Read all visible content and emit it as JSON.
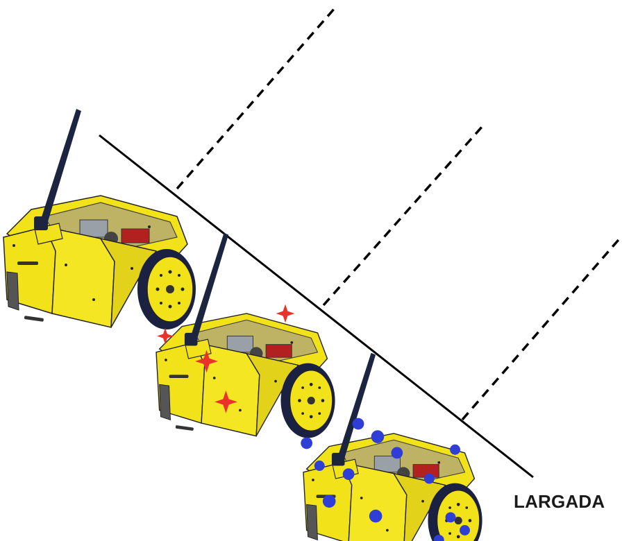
{
  "start_label": "LARGADA",
  "colors": {
    "robot_body": "#f2e21a",
    "robot_body_shade": "#d9c40e",
    "robot_edge": "#222222",
    "antenna": "#1c2540",
    "wheel_rim": "#1b2140",
    "marker_red": "#e8322a",
    "marker_blue": "#2f3fd6",
    "line": "#000000"
  },
  "robots": [
    {
      "name": "robot-plain",
      "marker": "none"
    },
    {
      "name": "robot-red-stars",
      "marker": "red-star"
    },
    {
      "name": "robot-blue-dots",
      "marker": "blue-dot"
    }
  ]
}
